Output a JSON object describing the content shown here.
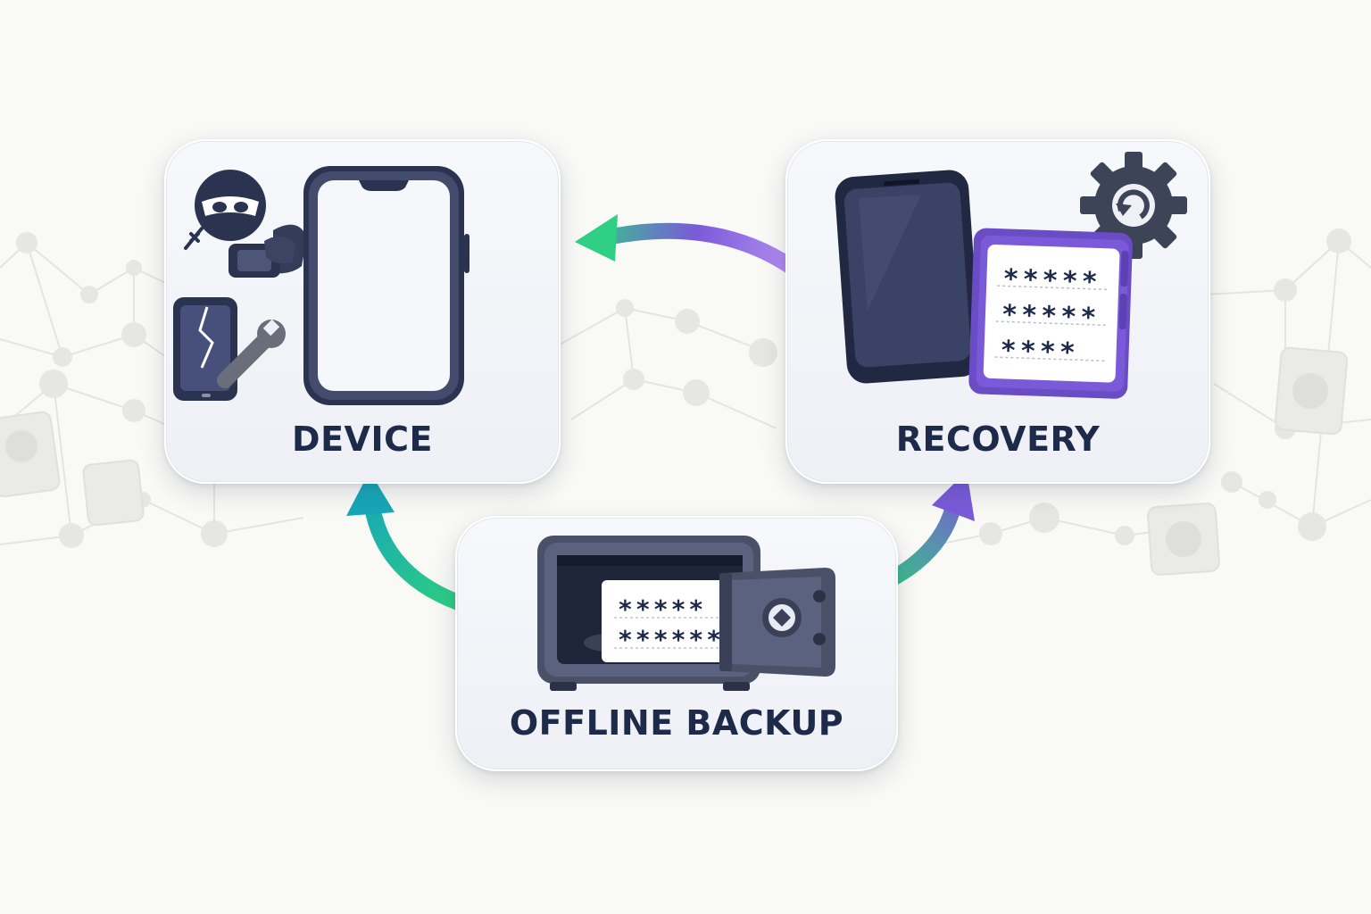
{
  "nodes": {
    "device": {
      "label": "DEVICE"
    },
    "recovery": {
      "label": "RECOVERY"
    },
    "backup": {
      "label": "OFFLINE BACKUP"
    }
  },
  "codes": {
    "recovery": [
      "*****",
      "*****",
      "****"
    ],
    "backup": [
      "*****",
      "******"
    ]
  },
  "flow": [
    {
      "from": "recovery",
      "to": "device"
    },
    {
      "from": "backup",
      "to": "device"
    },
    {
      "from": "backup",
      "to": "recovery"
    }
  ],
  "colors": {
    "navy": "#1d2a4a",
    "green": "#2fcf86",
    "purple": "#7a5ad8",
    "teal": "#17a7b8"
  },
  "icons": [
    "thief-icon",
    "smartphone-icon",
    "broken-phone-icon",
    "wrench-icon",
    "gear-sync-icon",
    "code-card-icon",
    "safe-icon"
  ]
}
